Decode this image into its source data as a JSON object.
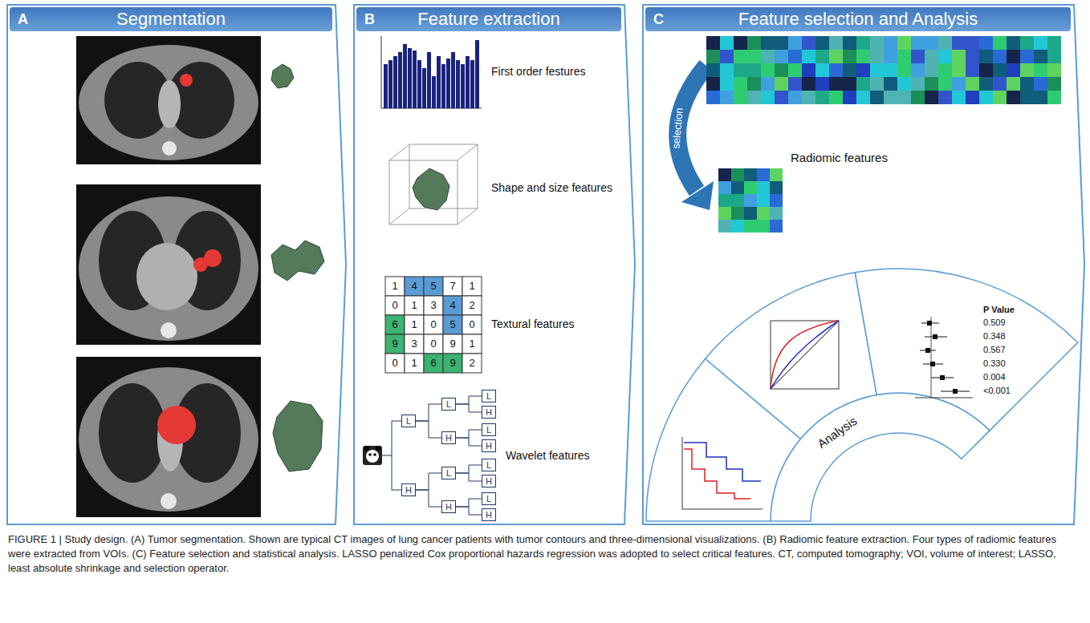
{
  "diagram": {
    "caption": "FIGURE 1 | Study design. (A) Tumor segmentation. Shown are typical CT images of lung cancer patients with tumor contours and three-dimensional visualizations. (B) Radiomic feature extraction. Four types of radiomic features were extracted from VOIs. (C) Feature selection and statistical analysis. LASSO penalized Cox proportional hazards regression was adopted to select critical features. CT, computed tomography; VOI, volume of interest; LASSO, least absolute shrinkage and selection operator.",
    "nodes": [
      {
        "text": [
          "A",
          "Segmentation"
        ]
      },
      {
        "text": [
          "B",
          "Feature extraction"
        ]
      },
      {
        "text": [
          "C",
          "Feature selection and Analysis"
        ]
      },
      {
        "text": [
          "L"
        ],
        "in": 1
      },
      {
        "text": [
          "H"
        ],
        "in": 1
      },
      {
        "text": [
          "L"
        ],
        "in": 1
      },
      {
        "text": [
          "H"
        ],
        "in": 1
      },
      {
        "text": [
          "L"
        ],
        "in": 1
      },
      {
        "text": [
          "H"
        ],
        "in": 1
      },
      {
        "text": [
          "L"
        ],
        "in": 1
      },
      {
        "text": [
          "H"
        ],
        "in": 1
      },
      {
        "text": [
          "L"
        ],
        "in": 1
      },
      {
        "text": [
          "H"
        ],
        "in": 1
      },
      {
        "text": [
          "L"
        ],
        "in": 1
      },
      {
        "text": [
          "H"
        ],
        "in": 1
      },
      {
        "text": [
          "L"
        ],
        "in": 1
      },
      {
        "text": [
          "H"
        ],
        "in": 1
      }
    ],
    "edges": [
      {
        "from": 3,
        "to": 5,
        "arrow": "none"
      },
      {
        "from": 3,
        "to": 6,
        "arrow": "none"
      },
      {
        "from": 4,
        "to": 7,
        "arrow": "none"
      },
      {
        "from": 4,
        "to": 8,
        "arrow": "none"
      },
      {
        "from": 5,
        "to": 9,
        "arrow": "none"
      },
      {
        "from": 5,
        "to": 10,
        "arrow": "none"
      },
      {
        "from": 6,
        "to": 11,
        "arrow": "none"
      },
      {
        "from": 6,
        "to": 12,
        "arrow": "none"
      },
      {
        "from": 7,
        "to": 13,
        "arrow": "none"
      },
      {
        "from": 7,
        "to": 14,
        "arrow": "none"
      },
      {
        "from": 8,
        "to": 15,
        "arrow": "none"
      },
      {
        "from": 8,
        "to": 16,
        "arrow": "none"
      }
    ],
    "labels": [
      "First order festures",
      "Shape and size features",
      "1",
      "4",
      "5",
      "7",
      "1",
      "0",
      "1",
      "3",
      "4",
      "2",
      "6",
      "1",
      "0",
      "5",
      "0",
      "9",
      "3",
      "0",
      "9",
      "1",
      "0",
      "1",
      "6",
      "9",
      "2",
      "Textural features",
      "Wavelet features",
      "Radiomic features",
      "selection",
      "Analysis",
      "P Value",
      "0.509",
      "0.348",
      "0.567",
      "0.330",
      "0.004",
      "<0.001"
    ]
  }
}
